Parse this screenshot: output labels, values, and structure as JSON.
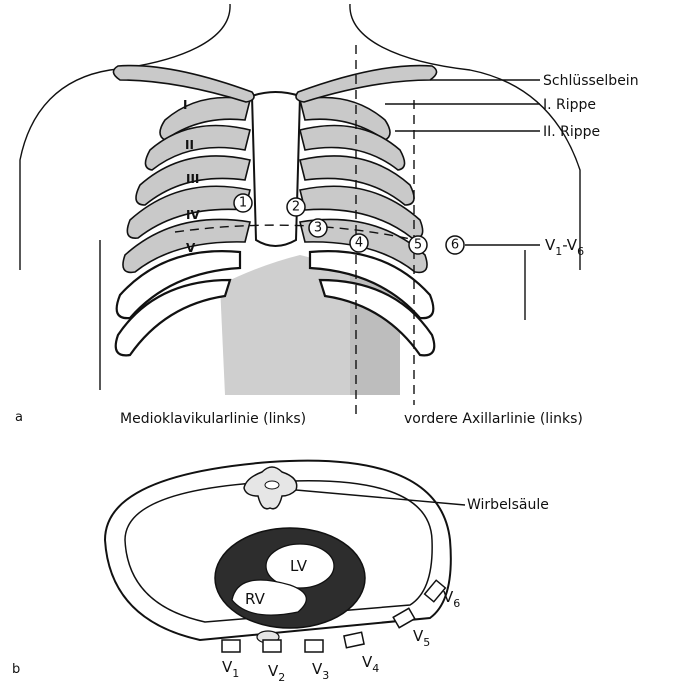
{
  "panel_a": {
    "letter": "a",
    "labels": {
      "clavicle": "Schlüsselbein",
      "rib1": "I. Rippe",
      "rib2": "II. Rippe",
      "leads": "V",
      "leads_sub1": "1",
      "leads_dash": "-V",
      "leads_sub2": "6",
      "midclavicular": "Medioklavikularlinie (links)",
      "axillary": "vordere Axillarlinie (links)"
    },
    "rib_numerals": [
      "I",
      "II",
      "III",
      "IV",
      "V"
    ],
    "electrode_numbers": [
      "1",
      "2",
      "3",
      "4",
      "5",
      "6"
    ]
  },
  "panel_b": {
    "letter": "b",
    "labels": {
      "spine": "Wirbelsäule",
      "lv": "LV",
      "rv": "RV"
    },
    "leads": [
      {
        "main": "V",
        "sub": "1"
      },
      {
        "main": "V",
        "sub": "2"
      },
      {
        "main": "V",
        "sub": "3"
      },
      {
        "main": "V",
        "sub": "4"
      },
      {
        "main": "V",
        "sub": "5"
      },
      {
        "main": "V",
        "sub": "6"
      }
    ]
  }
}
